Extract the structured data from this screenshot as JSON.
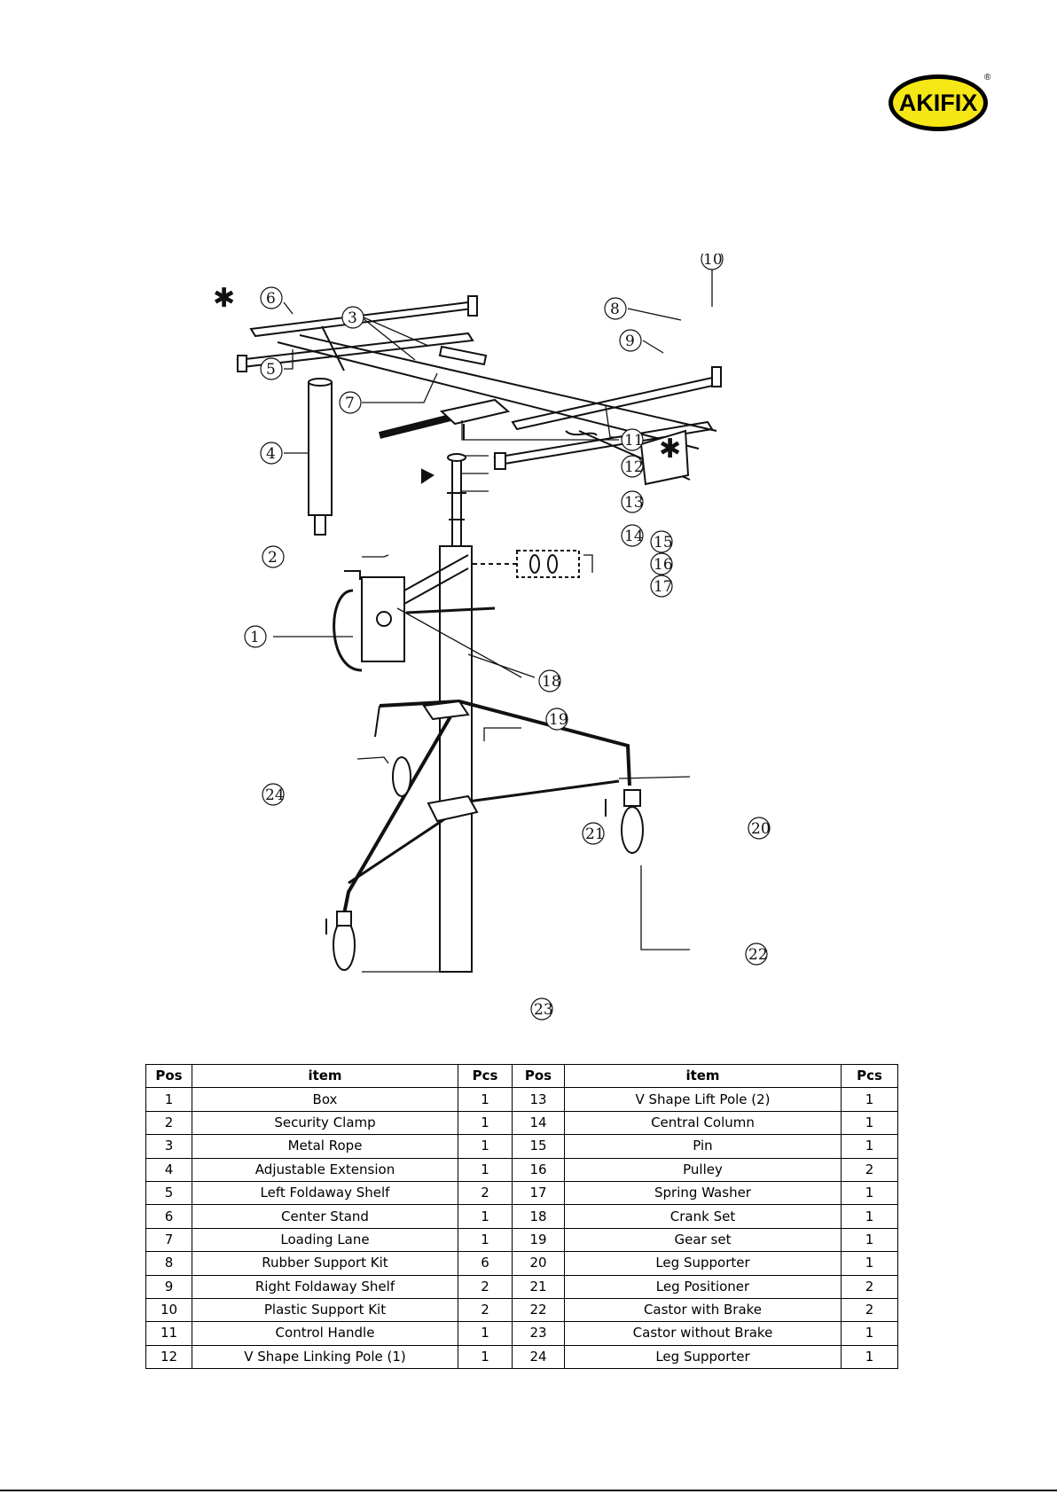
{
  "brand": {
    "logo_text": "AKIFIX",
    "registered_mark": "®",
    "logo_color": "#f5e616"
  },
  "diagram": {
    "callouts": [
      "1",
      "2",
      "3",
      "4",
      "5",
      "6",
      "7",
      "8",
      "9",
      "10",
      "11",
      "12",
      "13",
      "14",
      "15",
      "16",
      "17",
      "18",
      "19",
      "20",
      "21",
      "22",
      "23",
      "24"
    ],
    "asterisk": "✱"
  },
  "table": {
    "headers": [
      "Pos",
      "item",
      "Pcs",
      "Pos",
      "item",
      "Pcs"
    ],
    "rows": [
      [
        "1",
        "Box",
        "1",
        "13",
        "V Shape Lift Pole (2)",
        "1"
      ],
      [
        "2",
        "Security Clamp",
        "1",
        "14",
        "Central  Column",
        "1"
      ],
      [
        "3",
        "Metal  Rope",
        "1",
        "15",
        "Pin",
        "1"
      ],
      [
        "4",
        "Adjustable Extension",
        "1",
        "16",
        "Pulley",
        "2"
      ],
      [
        "5",
        "Left Foldaway Shelf",
        "2",
        "17",
        "Spring Washer",
        "1"
      ],
      [
        "6",
        "Center Stand",
        "1",
        "18",
        "Crank Set",
        "1"
      ],
      [
        "7",
        "Loading Lane",
        "1",
        "19",
        "Gear set",
        "1"
      ],
      [
        "8",
        "Rubber Support Kit",
        "6",
        "20",
        "Leg Supporter",
        "1"
      ],
      [
        "9",
        "Right Foldaway Shelf",
        "2",
        "21",
        "Leg Positioner",
        "2"
      ],
      [
        "10",
        "Plastic Support Kit",
        "2",
        "22",
        "Castor with Brake",
        "2"
      ],
      [
        "11",
        "Control Handle",
        "1",
        "23",
        "Castor without Brake",
        "1"
      ],
      [
        "12",
        "V Shape  Linking  Pole (1)",
        "1",
        "24",
        "Leg Supporter",
        "1"
      ]
    ]
  }
}
